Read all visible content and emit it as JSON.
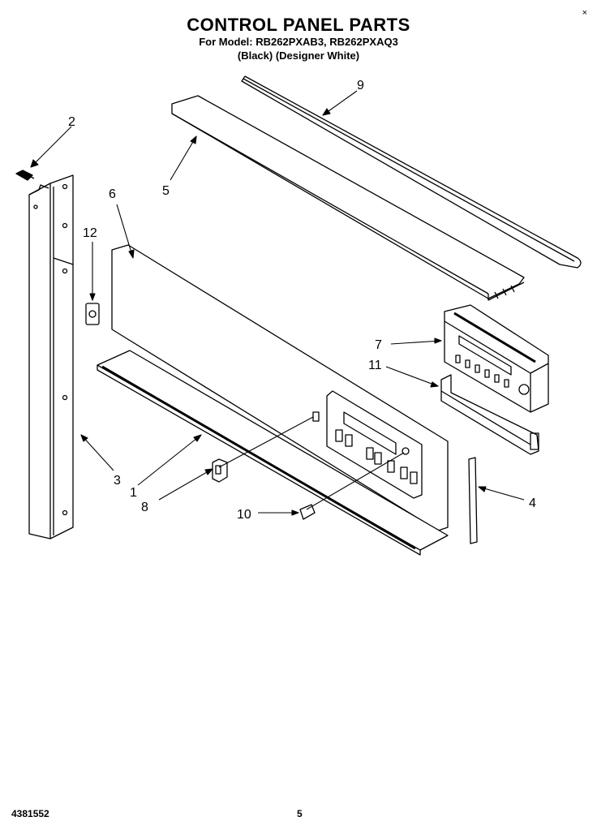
{
  "header": {
    "title": "CONTROL PANEL PARTS",
    "model_line": "For Model: RB262PXAB3, RB262PXAQ3",
    "color_line": "(Black)  (Designer White)"
  },
  "corner_mark": "×",
  "footer": {
    "doc_number": "4381552",
    "page_number": "5"
  },
  "callouts": [
    "1",
    "2",
    "3",
    "4",
    "5",
    "6",
    "7",
    "8",
    "9",
    "10",
    "11",
    "12"
  ]
}
